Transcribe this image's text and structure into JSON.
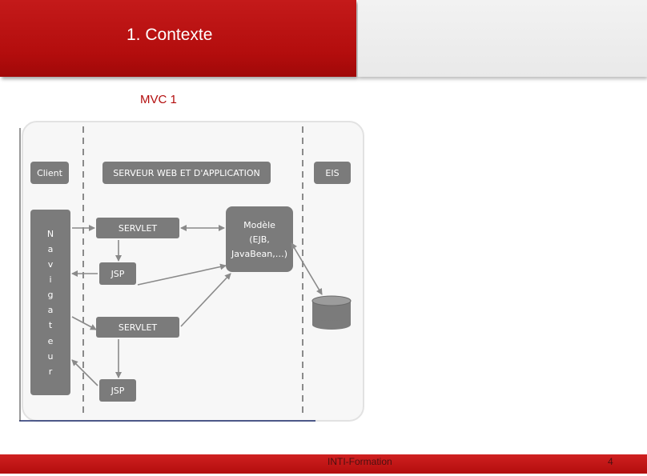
{
  "header": {
    "title": "1. Contexte"
  },
  "subtitle": "MVC 1",
  "diagram": {
    "client_label": "Client",
    "server_label": "SERVEUR WEB ET D'APPLICATION",
    "eis_label": "EIS",
    "navigator_letters": [
      "N",
      "a",
      "v",
      "i",
      "g",
      "a",
      "t",
      "e",
      "u",
      "r"
    ],
    "servlet1_label": "SERVLET",
    "servlet2_label": "SERVLET",
    "jsp1_label": "JSP",
    "jsp2_label": "JSP",
    "model_lines": [
      "Modèle",
      "(EJB,",
      "JavaBean,…)"
    ]
  },
  "footer": {
    "org": "INTI-Formation",
    "page": "4"
  },
  "colors": {
    "brand_red": "#b30d0d",
    "box_gray": "#7b7b7b",
    "arrow_gray": "#8a8a8a"
  }
}
